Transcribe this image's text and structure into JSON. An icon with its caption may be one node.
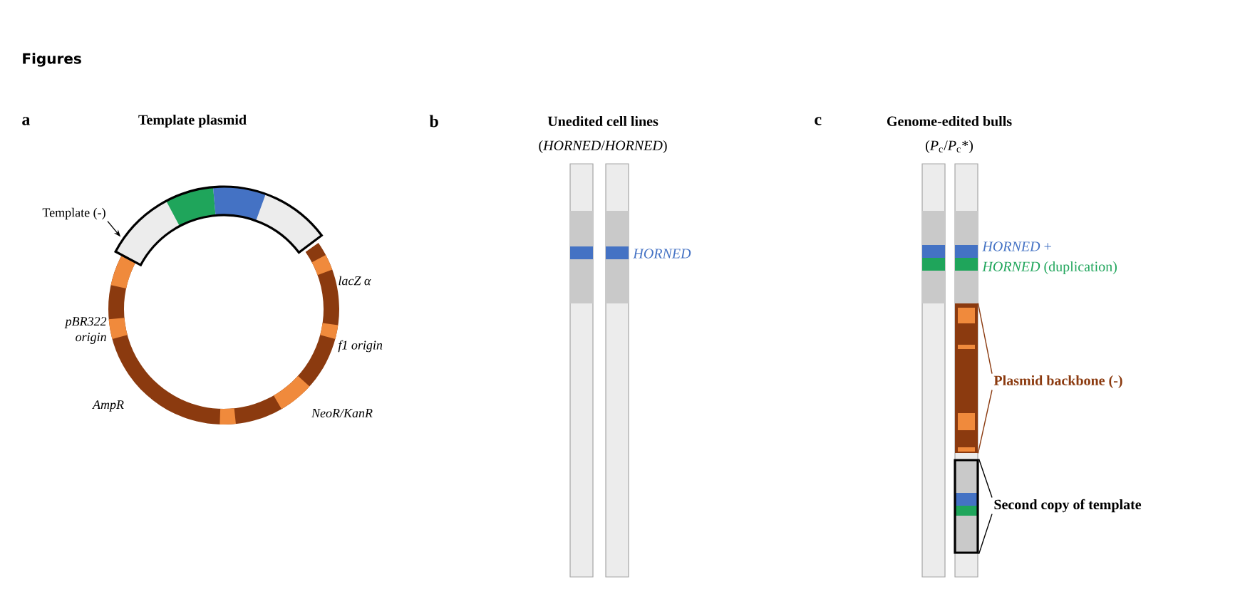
{
  "diagram": {
    "nodes": [
      {
        "text": [
          "Template (-)"
        ]
      },
      {
        "text": [],
        "shape": "bar"
      },
      {
        "text": [
          "Plasmid backbone (-)"
        ]
      },
      {
        "text": [],
        "shape": "bar"
      },
      {
        "text": [
          "Second copy of template"
        ]
      },
      {
        "text": [],
        "shape": "box"
      }
    ],
    "edges": [
      {
        "from": 0,
        "to": 1,
        "arrow": "to"
      },
      {
        "from": 2,
        "to": 3,
        "arrow": "none",
        "color": "#8b3a0f"
      },
      {
        "from": 2,
        "to": 3,
        "arrow": "none",
        "color": "#8b3a0f"
      },
      {
        "from": 4,
        "to": 5,
        "arrow": "none"
      },
      {
        "from": 4,
        "to": 5,
        "arrow": "none"
      }
    ],
    "labels": [
      "Figures",
      "a",
      "Template plasmid",
      "lacZ α",
      "pBR322 origin",
      "f1 origin",
      "AmpR",
      "NeoR/KanR",
      "b",
      "Unedited cell lines",
      "(*HORNED*/*HORNED*)",
      "HORNED",
      "c",
      "Genome-edited bulls",
      "(*P*$_{c}$/*P*$_{c}$*)",
      "*HORNED* +",
      "*HORNED* (duplication)"
    ]
  }
}
